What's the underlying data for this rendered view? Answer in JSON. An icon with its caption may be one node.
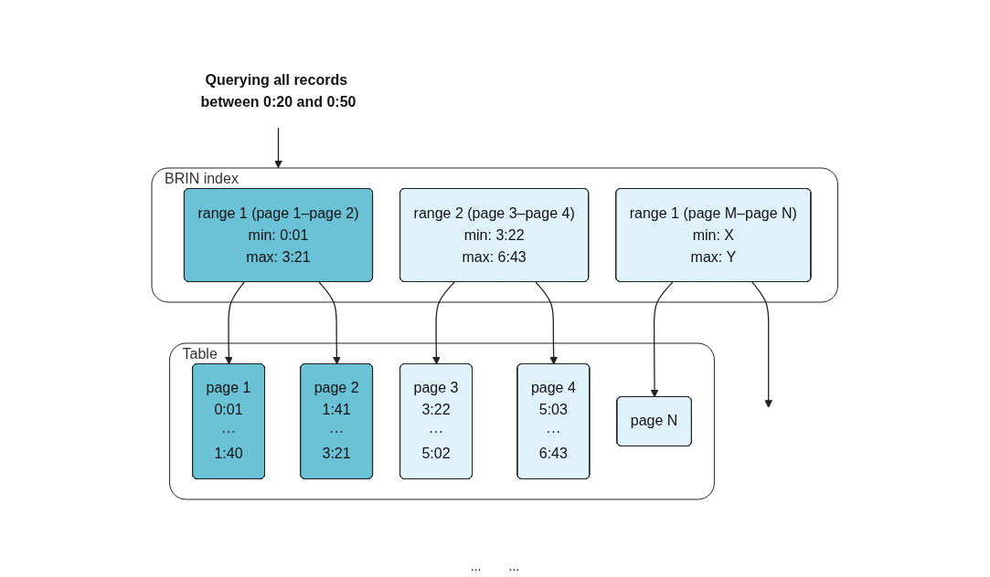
{
  "diagram": {
    "nodes": [
      {
        "text": [
          "Querying all records between 0:20 and 0:50"
        ]
      },
      {
        "text": [
          "BRIN index"
        ]
      },
      {
        "text": [
          "range 1 (page 1–page 2)",
          "min: 0:01",
          "max: 3:21"
        ],
        "in": 1
      },
      {
        "text": [
          "range 2 (page 3–page 4)",
          "min: 3:22",
          "max: 6:43"
        ],
        "in": 1
      },
      {
        "text": [
          "range 1 (page M–page N)",
          "min: X",
          "max: Y"
        ],
        "in": 1
      },
      {
        "text": [
          "Table"
        ]
      },
      {
        "text": [
          "page 1",
          "0:01",
          "···",
          "1:40"
        ],
        "in": 5
      },
      {
        "text": [
          "page 2",
          "1:41",
          "···",
          "3:21"
        ],
        "in": 5
      },
      {
        "text": [
          "page 3",
          "3:22",
          "···",
          "5:02"
        ],
        "in": 5
      },
      {
        "text": [
          "page 4",
          "5:03",
          "···",
          "6:43"
        ],
        "in": 5
      },
      {
        "text": [
          "page N"
        ],
        "in": 5
      }
    ],
    "edges": [
      {
        "from": 0,
        "to": 1,
        "arrow": "to"
      },
      {
        "from": 2,
        "to": 6,
        "arrow": "to"
      },
      {
        "from": 2,
        "to": 7,
        "arrow": "to"
      },
      {
        "from": 3,
        "to": 8,
        "arrow": "to"
      },
      {
        "from": 3,
        "to": 9,
        "arrow": "to"
      },
      {
        "from": 4,
        "to": null,
        "arrow": "to"
      },
      {
        "from": 4,
        "to": 10,
        "arrow": "to"
      }
    ],
    "labels": [
      "...",
      "..."
    ]
  }
}
